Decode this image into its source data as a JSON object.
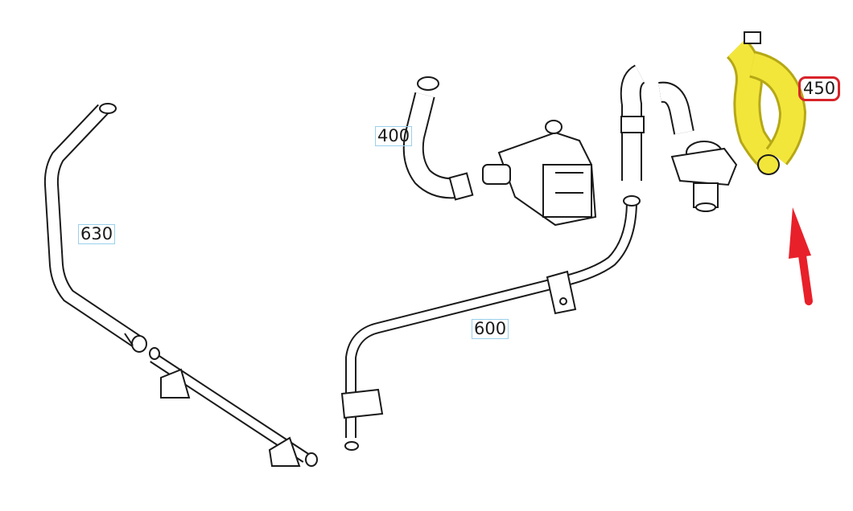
{
  "diagram": {
    "callouts": [
      {
        "id": "630",
        "label": "630",
        "style": "boxed",
        "interactable": true
      },
      {
        "id": "400",
        "label": "400",
        "style": "boxed",
        "interactable": true
      },
      {
        "id": "600",
        "label": "600",
        "style": "boxed",
        "interactable": true
      },
      {
        "id": "450",
        "label": "450",
        "style": "highlight",
        "interactable": true
      }
    ],
    "colors": {
      "line": "#1a1a1a",
      "highlight_part": "#f3e63a",
      "highlight_outline": "#b5a816",
      "callout_box": "#9ad0ec",
      "highlight_box": "#d8232a",
      "arrow": "#e8202a"
    }
  }
}
